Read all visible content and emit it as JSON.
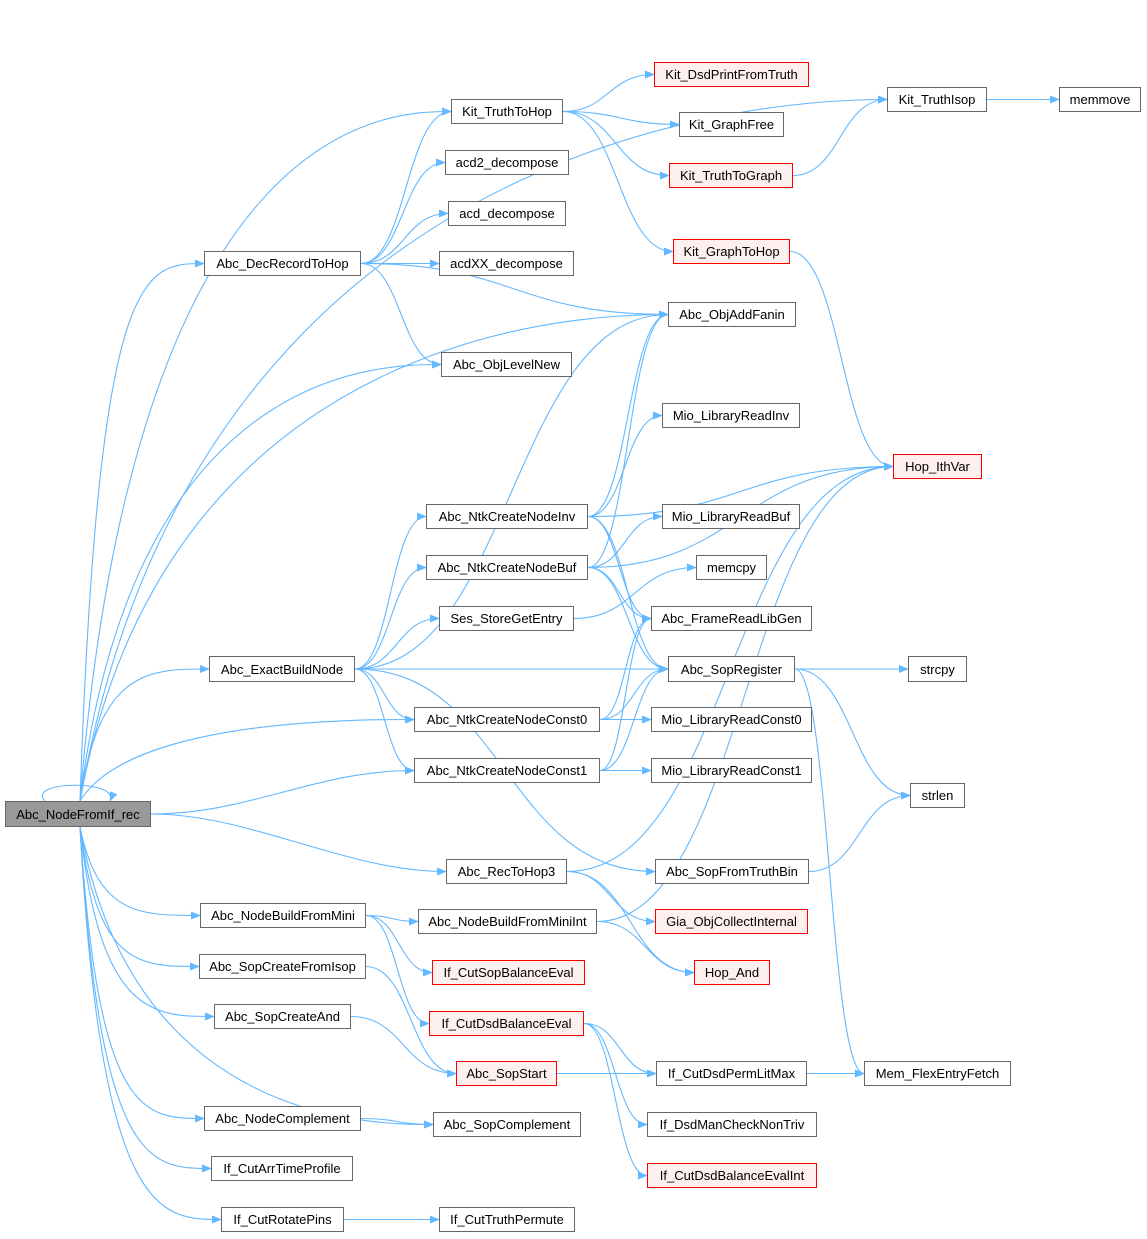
{
  "title": "Abc_NodeFromIf_rec call graph",
  "colors": {
    "edge": "#63b8ff",
    "root_fill": "#999999",
    "missing_border": "#ff0000",
    "missing_fill": "#fff0f0",
    "node_border": "#666666"
  },
  "nodes": [
    {
      "id": "root",
      "label": "Abc_NodeFromIf_rec",
      "kind": "root"
    },
    {
      "id": "kthop",
      "label": "Kit_TruthToHop",
      "kind": "normal"
    },
    {
      "id": "kdsd",
      "label": "Kit_DsdPrintFromTruth",
      "kind": "truncated"
    },
    {
      "id": "kgfree",
      "label": "Kit_GraphFree",
      "kind": "normal"
    },
    {
      "id": "kttg",
      "label": "Kit_TruthToGraph",
      "kind": "truncated"
    },
    {
      "id": "kgth",
      "label": "Kit_GraphToHop",
      "kind": "truncated"
    },
    {
      "id": "kisop",
      "label": "Kit_TruthIsop",
      "kind": "normal"
    },
    {
      "id": "memmove",
      "label": "memmove",
      "kind": "normal"
    },
    {
      "id": "acd2",
      "label": "acd2_decompose",
      "kind": "normal"
    },
    {
      "id": "acd",
      "label": "acd_decompose",
      "kind": "normal"
    },
    {
      "id": "acdxx",
      "label": "acdXX_decompose",
      "kind": "normal"
    },
    {
      "id": "decrec",
      "label": "Abc_DecRecordToHop",
      "kind": "normal"
    },
    {
      "id": "addfanin",
      "label": "Abc_ObjAddFanin",
      "kind": "normal"
    },
    {
      "id": "levelnew",
      "label": "Abc_ObjLevelNew",
      "kind": "normal"
    },
    {
      "id": "mioinv",
      "label": "Mio_LibraryReadInv",
      "kind": "normal"
    },
    {
      "id": "hopvar",
      "label": "Hop_IthVar",
      "kind": "truncated"
    },
    {
      "id": "ninv",
      "label": "Abc_NtkCreateNodeInv",
      "kind": "normal"
    },
    {
      "id": "miobuf",
      "label": "Mio_LibraryReadBuf",
      "kind": "normal"
    },
    {
      "id": "nbuf",
      "label": "Abc_NtkCreateNodeBuf",
      "kind": "normal"
    },
    {
      "id": "memcpy",
      "label": "memcpy",
      "kind": "normal"
    },
    {
      "id": "ses",
      "label": "Ses_StoreGetEntry",
      "kind": "normal"
    },
    {
      "id": "libgen",
      "label": "Abc_FrameReadLibGen",
      "kind": "normal"
    },
    {
      "id": "exact",
      "label": "Abc_ExactBuildNode",
      "kind": "normal"
    },
    {
      "id": "sopreg",
      "label": "Abc_SopRegister",
      "kind": "normal"
    },
    {
      "id": "strcpy",
      "label": "strcpy",
      "kind": "normal"
    },
    {
      "id": "c0",
      "label": "Abc_NtkCreateNodeConst0",
      "kind": "normal"
    },
    {
      "id": "mioc0",
      "label": "Mio_LibraryReadConst0",
      "kind": "normal"
    },
    {
      "id": "c1",
      "label": "Abc_NtkCreateNodeConst1",
      "kind": "normal"
    },
    {
      "id": "mioc1",
      "label": "Mio_LibraryReadConst1",
      "kind": "normal"
    },
    {
      "id": "strlen",
      "label": "strlen",
      "kind": "normal"
    },
    {
      "id": "rec3",
      "label": "Abc_RecToHop3",
      "kind": "normal"
    },
    {
      "id": "sopbin",
      "label": "Abc_SopFromTruthBin",
      "kind": "normal"
    },
    {
      "id": "mini",
      "label": "Abc_NodeBuildFromMini",
      "kind": "normal"
    },
    {
      "id": "miniint",
      "label": "Abc_NodeBuildFromMiniInt",
      "kind": "normal"
    },
    {
      "id": "gia",
      "label": "Gia_ObjCollectInternal",
      "kind": "truncated"
    },
    {
      "id": "sopisop",
      "label": "Abc_SopCreateFromIsop",
      "kind": "normal"
    },
    {
      "id": "sopbal",
      "label": "If_CutSopBalanceEval",
      "kind": "truncated"
    },
    {
      "id": "hopand",
      "label": "Hop_And",
      "kind": "truncated"
    },
    {
      "id": "sopand",
      "label": "Abc_SopCreateAnd",
      "kind": "normal"
    },
    {
      "id": "dsdbal",
      "label": "If_CutDsdBalanceEval",
      "kind": "truncated"
    },
    {
      "id": "sopstart",
      "label": "Abc_SopStart",
      "kind": "truncated"
    },
    {
      "id": "permlit",
      "label": "If_CutDsdPermLitMax",
      "kind": "normal"
    },
    {
      "id": "memflex",
      "label": "Mem_FlexEntryFetch",
      "kind": "normal"
    },
    {
      "id": "ncompl",
      "label": "Abc_NodeComplement",
      "kind": "normal"
    },
    {
      "id": "sopcompl",
      "label": "Abc_SopComplement",
      "kind": "normal"
    },
    {
      "id": "nontriv",
      "label": "If_DsdManCheckNonTriv",
      "kind": "normal"
    },
    {
      "id": "arrtime",
      "label": "If_CutArrTimeProfile",
      "kind": "normal"
    },
    {
      "id": "dsdbalint",
      "label": "If_CutDsdBalanceEvalInt",
      "kind": "truncated"
    },
    {
      "id": "rotate",
      "label": "If_CutRotatePins",
      "kind": "normal"
    },
    {
      "id": "permute",
      "label": "If_CutTruthPermute",
      "kind": "normal"
    }
  ],
  "edges": [
    [
      "root",
      "root"
    ],
    [
      "root",
      "kisop"
    ],
    [
      "root",
      "kthop"
    ],
    [
      "root",
      "decrec"
    ],
    [
      "root",
      "levelnew"
    ],
    [
      "root",
      "addfanin"
    ],
    [
      "root",
      "exact"
    ],
    [
      "root",
      "c0"
    ],
    [
      "root",
      "c1"
    ],
    [
      "root",
      "rec3"
    ],
    [
      "root",
      "mini"
    ],
    [
      "root",
      "sopisop"
    ],
    [
      "root",
      "sopand"
    ],
    [
      "root",
      "sopcompl"
    ],
    [
      "root",
      "ncompl"
    ],
    [
      "root",
      "arrtime"
    ],
    [
      "root",
      "rotate"
    ],
    [
      "kthop",
      "kdsd"
    ],
    [
      "kthop",
      "kgfree"
    ],
    [
      "kthop",
      "kttg"
    ],
    [
      "kthop",
      "kgth"
    ],
    [
      "kttg",
      "kisop"
    ],
    [
      "kisop",
      "memmove"
    ],
    [
      "kgth",
      "hopvar"
    ],
    [
      "decrec",
      "kthop"
    ],
    [
      "decrec",
      "acd2"
    ],
    [
      "decrec",
      "acd"
    ],
    [
      "decrec",
      "acdxx"
    ],
    [
      "decrec",
      "addfanin"
    ],
    [
      "decrec",
      "levelnew"
    ],
    [
      "exact",
      "addfanin"
    ],
    [
      "exact",
      "ninv"
    ],
    [
      "exact",
      "nbuf"
    ],
    [
      "exact",
      "ses"
    ],
    [
      "exact",
      "sopreg"
    ],
    [
      "exact",
      "c0"
    ],
    [
      "exact",
      "c1"
    ],
    [
      "exact",
      "sopbin"
    ],
    [
      "ninv",
      "addfanin"
    ],
    [
      "ninv",
      "mioinv"
    ],
    [
      "ninv",
      "hopvar"
    ],
    [
      "ninv",
      "libgen"
    ],
    [
      "ninv",
      "sopreg"
    ],
    [
      "nbuf",
      "addfanin"
    ],
    [
      "nbuf",
      "miobuf"
    ],
    [
      "nbuf",
      "hopvar"
    ],
    [
      "nbuf",
      "libgen"
    ],
    [
      "nbuf",
      "sopreg"
    ],
    [
      "ses",
      "memcpy"
    ],
    [
      "c0",
      "libgen"
    ],
    [
      "c0",
      "mioc0"
    ],
    [
      "c0",
      "sopreg"
    ],
    [
      "c1",
      "libgen"
    ],
    [
      "c1",
      "mioc1"
    ],
    [
      "c1",
      "sopreg"
    ],
    [
      "sopreg",
      "strcpy"
    ],
    [
      "sopreg",
      "strlen"
    ],
    [
      "sopreg",
      "memflex"
    ],
    [
      "rec3",
      "hopvar"
    ],
    [
      "rec3",
      "gia"
    ],
    [
      "rec3",
      "hopand"
    ],
    [
      "sopbin",
      "strlen"
    ],
    [
      "mini",
      "miniint"
    ],
    [
      "mini",
      "sopbal"
    ],
    [
      "mini",
      "dsdbal"
    ],
    [
      "miniint",
      "hopand"
    ],
    [
      "miniint",
      "hopvar"
    ],
    [
      "sopisop",
      "sopstart"
    ],
    [
      "sopand",
      "sopstart"
    ],
    [
      "dsdbal",
      "permlit"
    ],
    [
      "dsdbal",
      "nontriv"
    ],
    [
      "dsdbal",
      "dsdbalint"
    ],
    [
      "sopstart",
      "memflex"
    ],
    [
      "ncompl",
      "sopcompl"
    ],
    [
      "rotate",
      "permute"
    ]
  ]
}
